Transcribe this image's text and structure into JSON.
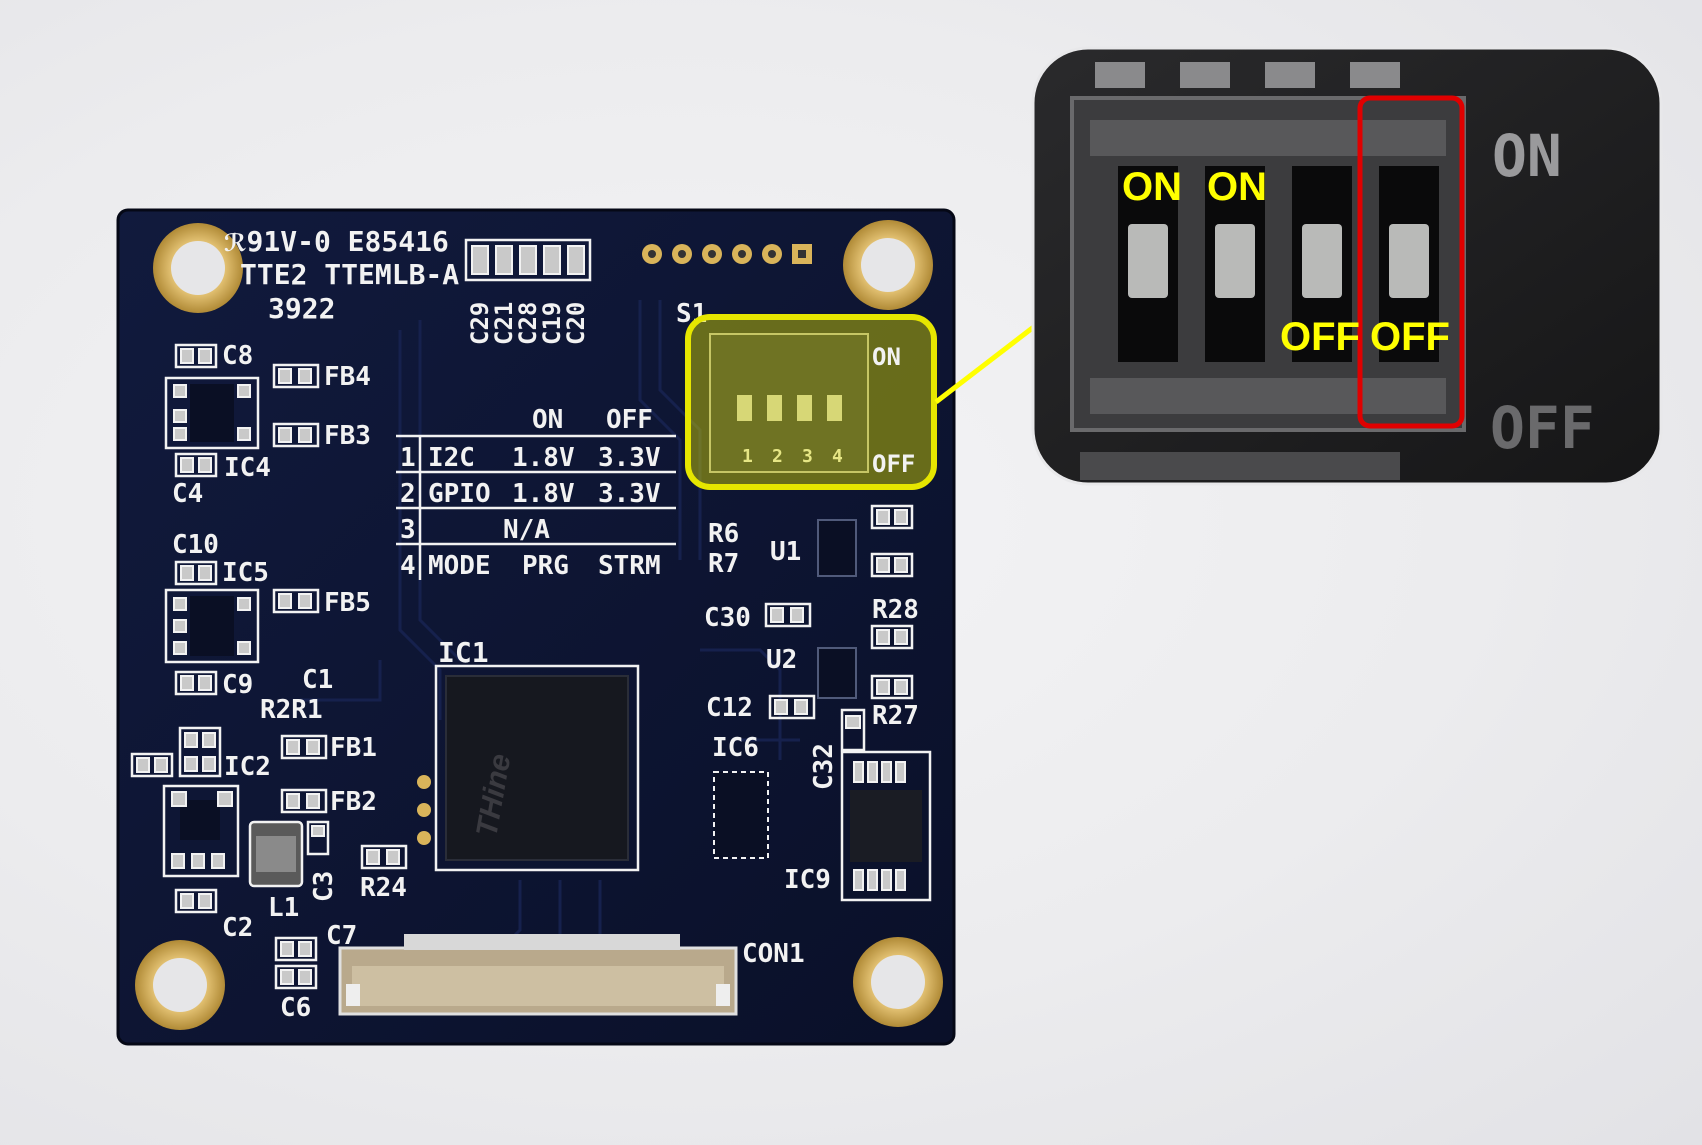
{
  "board": {
    "ul_line": "91V-0 E85416",
    "line2": "TTE2 TTEMLB-A",
    "line3": "3922",
    "caps_top": [
      "C29",
      "C21",
      "C28",
      "C19",
      "C20"
    ],
    "switch_ref": "S1",
    "switch_on_label": "ON",
    "switch_off_label": "OFF",
    "switch_numbers": [
      "1",
      "2",
      "3",
      "4"
    ],
    "table_header": {
      "on": "ON",
      "off": "OFF"
    },
    "table_rows": [
      {
        "num": "1",
        "name": "I2C",
        "on": "1.8V",
        "off": "3.3V"
      },
      {
        "num": "2",
        "name": "GPIO",
        "on": "1.8V",
        "off": "3.3V"
      },
      {
        "num": "3",
        "name": "N/A",
        "on": "",
        "off": ""
      },
      {
        "num": "4",
        "name": "MODE",
        "on": "PRG",
        "off": "STRM"
      }
    ],
    "refs": {
      "c8": "C8",
      "fb4": "FB4",
      "fb3": "FB3",
      "ic4": "IC4",
      "c4": "C4",
      "c10": "C10",
      "ic5": "IC5",
      "fb5": "FB5",
      "c9": "C9",
      "c1": "C1",
      "r2r1": "R2R1",
      "fb1": "FB1",
      "ic2": "IC2",
      "fb2": "FB2",
      "l1": "L1",
      "c3": "C3",
      "r24": "R24",
      "c2": "C2",
      "c7": "C7",
      "c6": "C6",
      "ic1": "IC1",
      "r6": "R6",
      "r7": "R7",
      "u1": "U1",
      "c30": "C30",
      "r28": "R28",
      "u2": "U2",
      "c12": "C12",
      "r27": "R27",
      "ic6": "IC6",
      "c32": "C32",
      "ic9": "IC9",
      "con1": "CON1"
    },
    "chip_logo": "THine"
  },
  "zoom": {
    "labels": [
      "ON",
      "ON",
      "OFF",
      "OFF"
    ],
    "silk_on": "ON",
    "silk_off": "OFF"
  },
  "colors": {
    "board": "#0d1330",
    "highlight": "#e6e600",
    "arrow": "#ffff00",
    "selection": "#e00000",
    "gold": "#d9b45a"
  }
}
